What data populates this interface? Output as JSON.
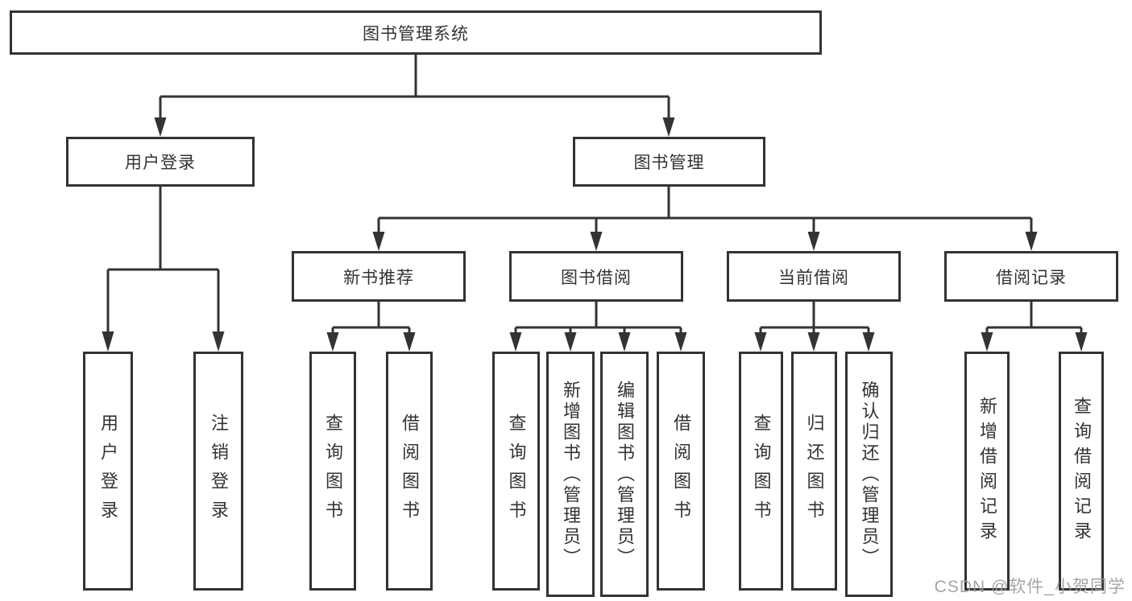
{
  "nodes": {
    "root": "图书管理系统",
    "user_login": "用户登录",
    "book_management": "图书管理",
    "new_book_recommend": "新书推荐",
    "book_borrow": "图书借阅",
    "current_borrow": "当前借阅",
    "borrow_records": "借阅记录",
    "leaves": {
      "user_login": "用户登录",
      "logout": "注销登录",
      "nb_query_books": "查询图书",
      "nb_borrow_books": "借阅图书",
      "bb_query_books": "查询图书",
      "bb_add_books": "新增图书（管理员）",
      "bb_edit_books": "编辑图书（管理员）",
      "bb_borrow_books": "借阅图书",
      "cb_query_books": "查询图书",
      "cb_return_books": "归还图书",
      "cb_confirm_return": "确认归还（管理员）",
      "br_add_record": "新增借阅记录",
      "br_query_record": "查询借阅记录"
    }
  },
  "watermark": "CSDN @软件_小贺同学",
  "colors": {
    "line": "#333333",
    "text": "#333333",
    "watermark": "#9c9c9c",
    "background": "#ffffff"
  }
}
